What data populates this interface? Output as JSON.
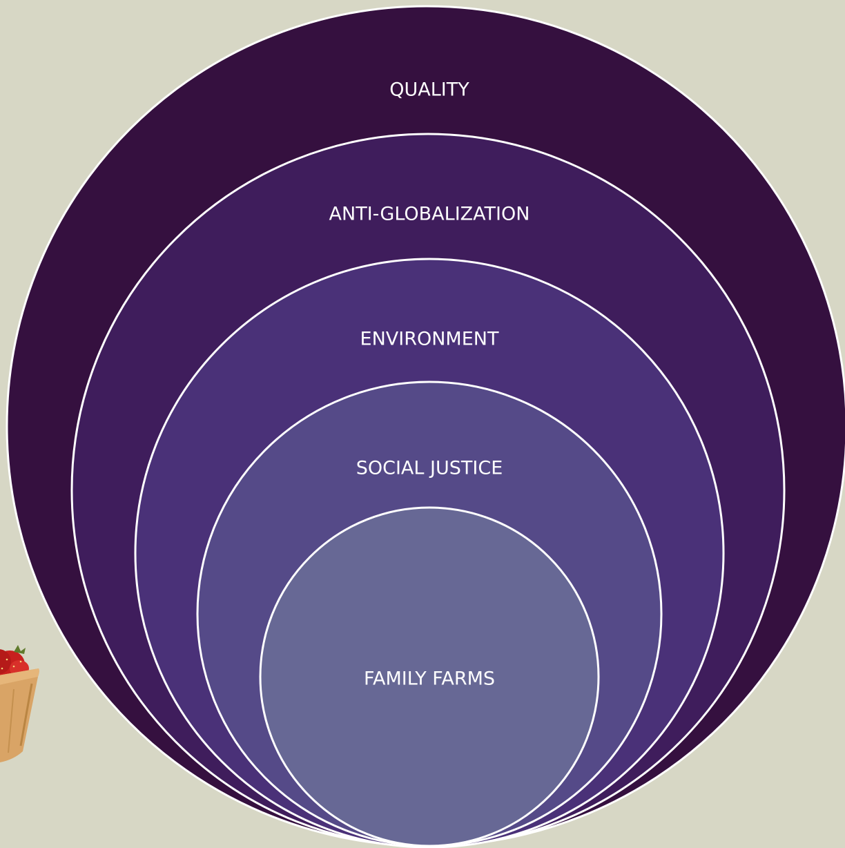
{
  "diagram": {
    "rings": [
      {
        "label": "QUALITY",
        "color": "#35103f"
      },
      {
        "label": "ANTI-GLOBALIZATION",
        "color": "#3f1d5c"
      },
      {
        "label": "ENVIRONMENT",
        "color": "#4a3178"
      },
      {
        "label": "SOCIAL JUSTICE",
        "color": "#554a88"
      },
      {
        "label": "FAMILY FARMS",
        "color": "#676895"
      }
    ],
    "outline_color": "#ffffff"
  },
  "decoration": {
    "icon": "strawberry-basket-icon",
    "basket_color": "#d9a466",
    "berry_color": "#c8201e"
  }
}
